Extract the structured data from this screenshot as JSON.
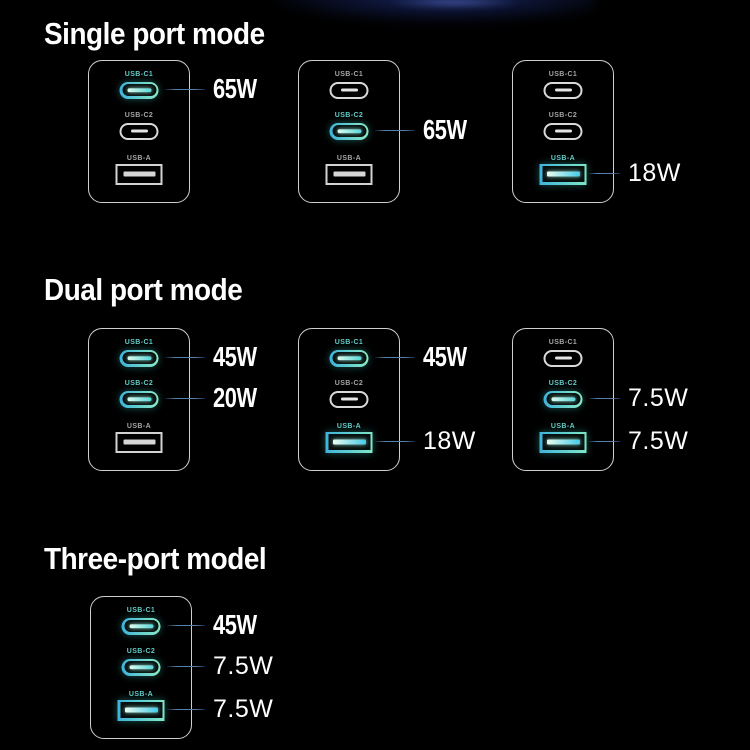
{
  "colors": {
    "background": "#000000",
    "charger_outline": "#cfcfcf",
    "highlight_gradient_start": "#3eb3da",
    "highlight_gradient_end": "#8aeac3",
    "port_label_normal": "#a4a6a6",
    "port_label_highlight": "#63ccc7",
    "callout_line": "#5580ab",
    "text": "#ffffff"
  },
  "sections": [
    {
      "title": "Single port mode",
      "chargers": [
        {
          "ports": [
            {
              "label": "USB-C1",
              "type": "usb-c",
              "highlighted": true,
              "watt": "65W",
              "watt_style": "bold"
            },
            {
              "label": "USB-C2",
              "type": "usb-c",
              "highlighted": false
            },
            {
              "label": "USB-A",
              "type": "usb-a",
              "highlighted": false
            }
          ]
        },
        {
          "ports": [
            {
              "label": "USB-C1",
              "type": "usb-c",
              "highlighted": false
            },
            {
              "label": "USB-C2",
              "type": "usb-c",
              "highlighted": true,
              "watt": "65W",
              "watt_style": "bold"
            },
            {
              "label": "USB-A",
              "type": "usb-a",
              "highlighted": false
            }
          ]
        },
        {
          "ports": [
            {
              "label": "USB-C1",
              "type": "usb-c",
              "highlighted": false
            },
            {
              "label": "USB-C2",
              "type": "usb-c",
              "highlighted": false
            },
            {
              "label": "USB-A",
              "type": "usb-a",
              "highlighted": true,
              "watt": "18W",
              "watt_style": "regular"
            }
          ]
        }
      ]
    },
    {
      "title": "Dual port mode",
      "chargers": [
        {
          "ports": [
            {
              "label": "USB-C1",
              "type": "usb-c",
              "highlighted": true,
              "watt": "45W",
              "watt_style": "bold"
            },
            {
              "label": "USB-C2",
              "type": "usb-c",
              "highlighted": true,
              "watt": "20W",
              "watt_style": "bold"
            },
            {
              "label": "USB-A",
              "type": "usb-a",
              "highlighted": false
            }
          ]
        },
        {
          "ports": [
            {
              "label": "USB-C1",
              "type": "usb-c",
              "highlighted": true,
              "watt": "45W",
              "watt_style": "bold"
            },
            {
              "label": "USB-C2",
              "type": "usb-c",
              "highlighted": false
            },
            {
              "label": "USB-A",
              "type": "usb-a",
              "highlighted": true,
              "watt": "18W",
              "watt_style": "regular"
            }
          ]
        },
        {
          "ports": [
            {
              "label": "USB-C1",
              "type": "usb-c",
              "highlighted": false
            },
            {
              "label": "USB-C2",
              "type": "usb-c",
              "highlighted": true,
              "watt": "7.5W",
              "watt_style": "regular"
            },
            {
              "label": "USB-A",
              "type": "usb-a",
              "highlighted": true,
              "watt": "7.5W",
              "watt_style": "regular"
            }
          ]
        }
      ]
    },
    {
      "title": "Three-port model",
      "chargers": [
        {
          "ports": [
            {
              "label": "USB-C1",
              "type": "usb-c",
              "highlighted": true,
              "watt": "45W",
              "watt_style": "bold"
            },
            {
              "label": "USB-C2",
              "type": "usb-c",
              "highlighted": true,
              "watt": "7.5W",
              "watt_style": "regular"
            },
            {
              "label": "USB-A",
              "type": "usb-a",
              "highlighted": true,
              "watt": "7.5W",
              "watt_style": "regular"
            }
          ]
        }
      ]
    }
  ]
}
